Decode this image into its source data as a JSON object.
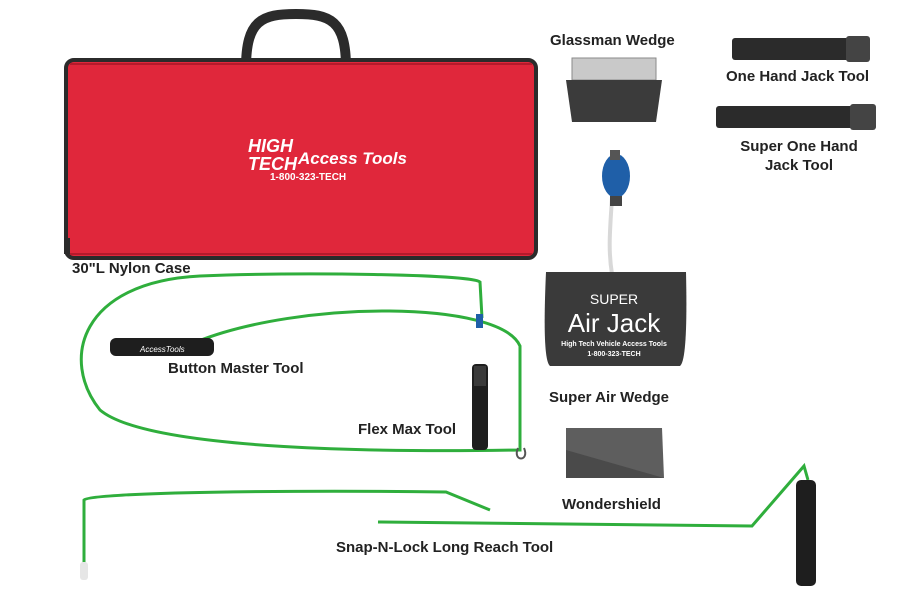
{
  "colors": {
    "case_red": "#e0273b",
    "case_trim": "#2b2b2b",
    "wire_green": "#2fae3c",
    "bulb_blue": "#1f5fa8",
    "airbag_dark": "#3a3a3a",
    "tool_black": "#1e1e1e",
    "label_text": "#222222"
  },
  "labels": {
    "nylon_case": "30\"L Nylon Case",
    "glassman_wedge": "Glassman Wedge",
    "one_hand_jack": "One Hand Jack Tool",
    "super_one_hand_jack_line1": "Super One Hand",
    "super_one_hand_jack_line2": "Jack Tool",
    "button_master": "Button Master Tool",
    "flex_max": "Flex Max Tool",
    "super_air_wedge": "Super Air Wedge",
    "wondershield": "Wondershield",
    "snap_n_lock": "Snap-N-Lock Long Reach Tool"
  },
  "case_print": {
    "logo_line1": "HIGH",
    "logo_line2": "TECH",
    "logo_brand": "Access Tools",
    "phone": "1-800-323-TECH"
  },
  "airjack_print": {
    "line1": "SUPER",
    "line2": "Air Jack",
    "line3": "High Tech Vehicle Access Tools",
    "line4": "1-800-323-TECH"
  },
  "handle_print": "AccessTools"
}
